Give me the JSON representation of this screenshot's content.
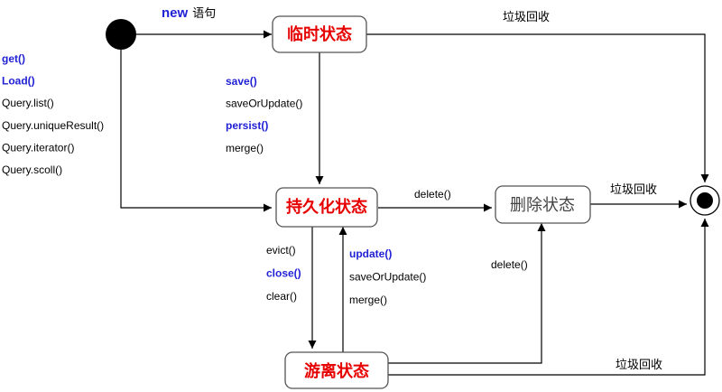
{
  "start_annotation": {
    "keyword": "new",
    "text": "语句"
  },
  "states": {
    "transient": "临时状态",
    "persistent": "持久化状态",
    "removed": "删除状态",
    "detached": "游离状态"
  },
  "load_methods": [
    {
      "text": "get()",
      "emphasis": true
    },
    {
      "text": "Load()",
      "emphasis": true
    },
    {
      "text": "Query.list()",
      "emphasis": false
    },
    {
      "text": "Query.uniqueResult()",
      "emphasis": false
    },
    {
      "text": "Query.iterator()",
      "emphasis": false
    },
    {
      "text": "Query.scoll()",
      "emphasis": false
    }
  ],
  "save_methods": [
    {
      "text": "save()",
      "emphasis": true
    },
    {
      "text": "saveOrUpdate()",
      "emphasis": false
    },
    {
      "text": "persist()",
      "emphasis": true
    },
    {
      "text": "merge()",
      "emphasis": false
    }
  ],
  "detach_methods": [
    {
      "text": "evict()",
      "emphasis": false
    },
    {
      "text": "close()",
      "emphasis": true
    },
    {
      "text": "clear()",
      "emphasis": false
    }
  ],
  "reattach_methods": [
    {
      "text": "update()",
      "emphasis": true
    },
    {
      "text": "saveOrUpdate()",
      "emphasis": false
    },
    {
      "text": "merge()",
      "emphasis": false
    }
  ],
  "labels": {
    "delete_from_persistent": "delete()",
    "delete_from_detached": "delete()",
    "gc_transient": "垃圾回收",
    "gc_removed": "垃圾回收",
    "gc_detached": "垃圾回收"
  },
  "colors": {
    "state_text": "#e60000",
    "emphasis": "#1f1fd6"
  }
}
